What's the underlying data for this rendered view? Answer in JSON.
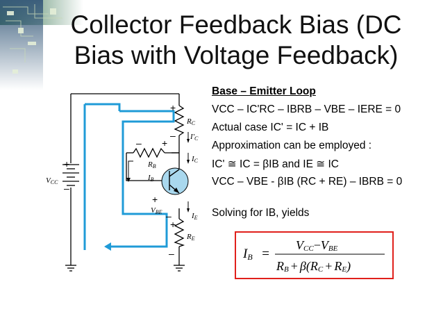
{
  "slide": {
    "title_line1": "Collector Feedback Bias (DC",
    "title_line2": "Bias with Voltage Feedback)"
  },
  "content": {
    "heading": "Base – Emitter Loop",
    "lines": [
      "VCC – IC'RC – IBRB – VBE – IERE = 0",
      "Actual case IC' = IC + IB",
      "Approximation can be employed :",
      "IC' ≅ IC = βIB and IE ≅ IC",
      "VCC – VBE - βIB (RC + RE) – IBRB = 0",
      "Solving for IB, yields"
    ]
  },
  "circuit": {
    "vcc_label": "V",
    "vcc_sub": "CC",
    "rc_label": "R",
    "rc_sub": "C",
    "ic_prime_label": "I'",
    "ic_prime_sub": "C",
    "ic_label": "I",
    "ic_sub": "C",
    "rb_label": "R",
    "rb_sub": "B",
    "ib_label": "I",
    "ib_sub": "B",
    "vbe_label": "V",
    "vbe_sub": "BE",
    "ie_label": "I",
    "ie_sub": "E",
    "re_label": "R",
    "re_sub": "E",
    "plus": "+",
    "minus": "–"
  },
  "equation": {
    "lhs": "I",
    "lhs_sub": "B",
    "eq": "=",
    "num_v1": "V",
    "num_v1_sub": "CC",
    "num_minus": "−",
    "num_v2": "V",
    "num_v2_sub": "BE",
    "den_r1": "R",
    "den_r1_sub": "B",
    "den_plus1": "+",
    "den_beta": "β(",
    "den_r2": "R",
    "den_r2_sub": "C",
    "den_plus2": "+",
    "den_r3": "R",
    "den_r3_sub": "E",
    "den_close": ")"
  },
  "colors": {
    "loop_arrow": "#1f9bd7",
    "transistor_fill": "#a9d8ee",
    "box_border": "#e0201b",
    "circuit_stroke": "#000000"
  }
}
